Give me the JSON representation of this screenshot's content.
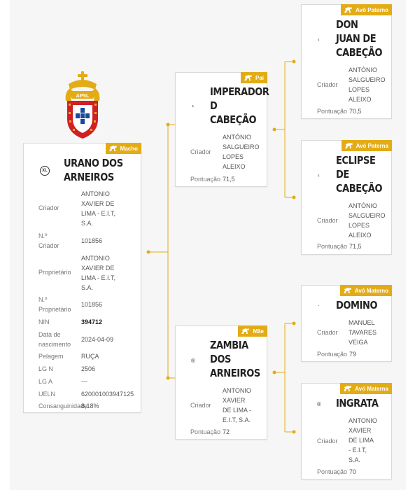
{
  "colors": {
    "accent": "#e3ac16",
    "connector": "#e3ac16",
    "card_border": "#d9d9d9",
    "background": "#f6f6f6"
  },
  "logo": {
    "text": "APSL",
    "icon": "apsl-coat-of-arms-logo"
  },
  "horse": {
    "badge": "Macho",
    "badge_icon": "horse-icon",
    "mark_icon": "xl-brand-icon",
    "mark_text": "XL",
    "name_lines": [
      "URANO DOS",
      "ARNEIROS"
    ],
    "fields": [
      {
        "label_lines": [
          "Criador"
        ],
        "value_lines": [
          "ANTONIO",
          "XAVIER DE",
          "LIMA - E.I.T,",
          "S.A."
        ]
      },
      {
        "label_lines": [
          "N.º",
          "Criador"
        ],
        "value_lines": [
          "101856"
        ]
      },
      {
        "label_lines": [
          "Proprietário"
        ],
        "value_lines": [
          "ANTONIO",
          "XAVIER DE",
          "LIMA - E.I.T,",
          "S.A."
        ]
      },
      {
        "label_lines": [
          "N.º",
          "Proprietário"
        ],
        "value_lines": [
          "101856"
        ]
      },
      {
        "label_lines": [
          "NIN"
        ],
        "value_lines": [
          "394712"
        ]
      },
      {
        "label_lines": [
          "Data de",
          "nascimento"
        ],
        "value_lines": [
          "2024-04-09"
        ]
      },
      {
        "label_lines": [
          "Pelagem"
        ],
        "value_lines": [
          "RUÇA"
        ]
      },
      {
        "label_lines": [
          "LG N"
        ],
        "value_lines": [
          "2506"
        ]
      },
      {
        "label_lines": [
          "LG A"
        ],
        "value_lines": [
          "---"
        ]
      },
      {
        "label_lines": [
          "UELN"
        ],
        "value_lines": [
          "620001003947125"
        ]
      },
      {
        "label_lines": [
          "Consanguinidade"
        ],
        "value_lines": [
          "8,18%"
        ]
      }
    ]
  },
  "sire": {
    "badge": "Pai",
    "mark": "*",
    "name_lines": [
      "IMPERADOR",
      "D",
      "CABEÇÃO"
    ],
    "breeder_label": "Criador",
    "breeder_lines": [
      "ANTÓNIO",
      "SALGUEIRO",
      "LOPES",
      "ALEIXO"
    ],
    "score_label": "Pontuação",
    "score": "71,5"
  },
  "dam": {
    "badge": "Mãe",
    "mark": "®",
    "name_lines": [
      "ZAMBIA",
      "DOS",
      "ARNEIROS"
    ],
    "breeder_label": "Criador",
    "breeder_lines": [
      "ANTONIO",
      "XAVIER",
      "DE LIMA -",
      "E.I.T, S.A."
    ],
    "score_label": "Pontuação",
    "score": "72"
  },
  "paternal_grandsire": {
    "badge": "Avô Paterno",
    "mark": "‹",
    "name_lines": [
      "DON",
      "JUAN DE",
      "CABEÇÃO"
    ],
    "breeder_label": "Criador",
    "breeder_lines": [
      "ANTÓNIO",
      "SALGUEIRO",
      "LOPES",
      "ALEIXO"
    ],
    "score_label": "Pontuação",
    "score": "70,5"
  },
  "paternal_granddam": {
    "badge": "Avó Paterna",
    "mark": "‹",
    "name_lines": [
      "ECLIPSE",
      "DE",
      "CABEÇÃO"
    ],
    "breeder_label": "Criador",
    "breeder_lines": [
      "ANTÓNIO",
      "SALGUEIRO",
      "LOPES",
      "ALEIXO"
    ],
    "score_label": "Pontuação",
    "score": "71,5"
  },
  "maternal_grandsire": {
    "badge": "Avô Materno",
    "mark": "·",
    "name_lines": [
      "DOMINO"
    ],
    "breeder_label": "Criador",
    "breeder_lines": [
      "MANUEL",
      "TAVARES",
      "VEIGA"
    ],
    "score_label": "Pontuação",
    "score": "79"
  },
  "maternal_granddam": {
    "badge": "Avó Materna",
    "mark": "®",
    "name_lines": [
      "INGRATA"
    ],
    "breeder_label": "Criador",
    "breeder_lines": [
      "ANTONIO",
      "XAVIER",
      "DE LIMA",
      "- E.I.T,",
      "S.A."
    ],
    "score_label": "Pontuação",
    "score": "70"
  }
}
